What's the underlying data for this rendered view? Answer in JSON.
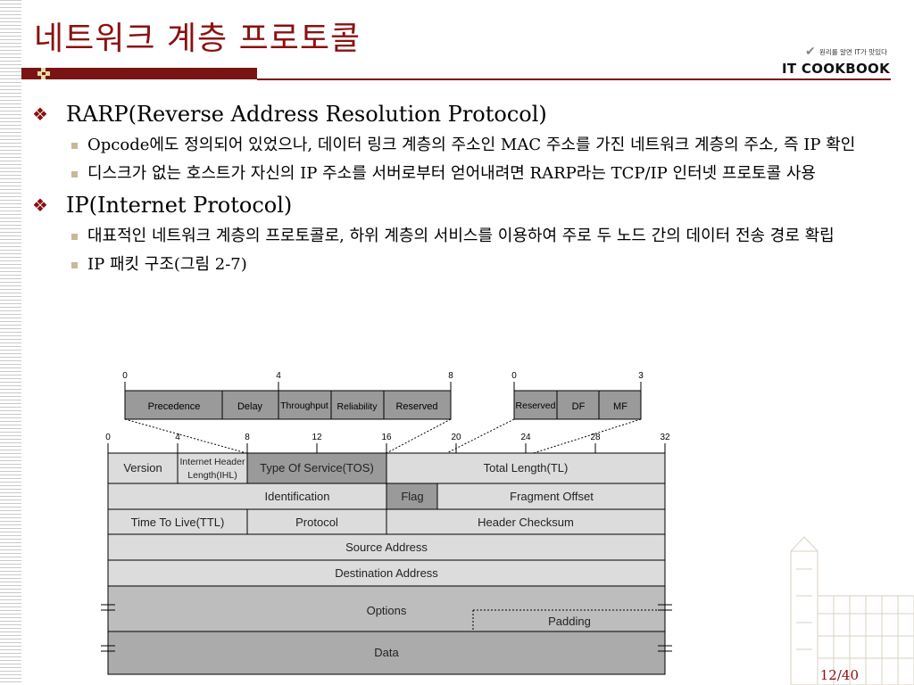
{
  "slide": {
    "title": "네트워크 계층 프로토콜",
    "page": "12/40"
  },
  "logo": {
    "tagline": "원리를 알면 IT가 맛있다",
    "brand": "IT COOKBOOK"
  },
  "bullets": [
    {
      "text": "RARP(Reverse Address Resolution Protocol)",
      "sub": [
        "Opcode에도 정의되어 있었으나, 데이터 링크 계층의 주소인 MAC 주소를 가진 네트워크 계층의 주소, 즉 IP 확인",
        "디스크가 없는 호스트가 자신의 IP 주소를 서버로부터 얻어내려면 RARP라는 TCP/IP 인터넷 프로토콜 사용"
      ]
    },
    {
      "text": "IP(Internet Protocol)",
      "sub": [
        "대표적인 네트워크 계층의 프로토콜로, 하위 계층의 서비스를 이용하여 주로 두 노드 간의 데이터 전송 경로 확립",
        "IP 패킷 구조(그림 2-7)"
      ]
    }
  ],
  "diagram": {
    "tos_box": {
      "ticks": [
        "0",
        "4",
        "8"
      ],
      "fields": [
        "Precedence",
        "Delay",
        "Throughput",
        "Reliability",
        "Reserved"
      ]
    },
    "flag_box": {
      "ticks": [
        "0",
        "3"
      ],
      "fields": [
        "Reserved",
        "DF",
        "MF"
      ]
    },
    "header_ticks": [
      "0",
      "4",
      "8",
      "12",
      "16",
      "20",
      "24",
      "28",
      "32"
    ],
    "rows": {
      "version": "Version",
      "ihl_line1": "Internet Header",
      "ihl_line2": "Length(IHL)",
      "tos": "Type Of Service(TOS)",
      "total_length": "Total Length(TL)",
      "identification": "Identification",
      "flag": "Flag",
      "fragment_offset": "Fragment Offset",
      "ttl": "Time To Live(TTL)",
      "protocol": "Protocol",
      "checksum": "Header Checksum",
      "source": "Source Address",
      "destination": "Destination Address",
      "options": "Options",
      "padding": "Padding",
      "data": "Data"
    }
  },
  "colors": {
    "title": "#8b1010",
    "accent_rule": "#7a1414",
    "cell_light": "#dcdcdc",
    "cell_dark": "#9a9a9a"
  }
}
